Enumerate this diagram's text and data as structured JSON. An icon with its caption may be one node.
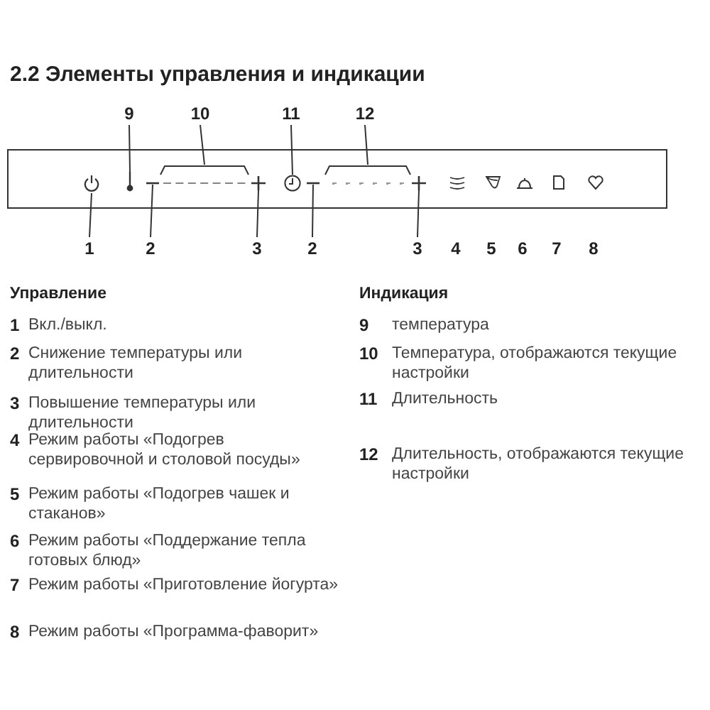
{
  "diagram": {
    "title": "2.2 Элементы управления и индикации",
    "nodes": [
      {
        "text": [],
        "shape": "box"
      },
      {
        "text": [],
        "shape": "icon",
        "in": 0
      },
      {
        "text": [],
        "shape": "icon",
        "in": 0
      },
      {
        "text": [],
        "shape": "icon",
        "in": 0
      },
      {
        "text": [],
        "shape": "display",
        "in": 0
      },
      {
        "text": [],
        "shape": "icon",
        "in": 0
      },
      {
        "text": [],
        "shape": "icon",
        "in": 0
      },
      {
        "text": [],
        "shape": "icon",
        "in": 0
      },
      {
        "text": [],
        "shape": "display",
        "in": 0
      },
      {
        "text": [],
        "shape": "icon",
        "in": 0
      },
      {
        "text": [
          "9"
        ]
      },
      {
        "text": [
          "10"
        ]
      },
      {
        "text": [
          "11"
        ]
      },
      {
        "text": [
          "12"
        ]
      },
      {
        "text": [
          "1"
        ]
      },
      {
        "text": [
          "2"
        ]
      },
      {
        "text": [
          "3"
        ]
      },
      {
        "text": [
          "2"
        ]
      },
      {
        "text": [
          "3"
        ]
      }
    ],
    "edges": [
      {
        "from": 10,
        "to": 2,
        "arrow": "none"
      },
      {
        "from": 11,
        "to": 4,
        "arrow": "none"
      },
      {
        "from": 12,
        "to": 6,
        "arrow": "none"
      },
      {
        "from": 13,
        "to": 8,
        "arrow": "none"
      },
      {
        "from": 14,
        "to": 1,
        "arrow": "none"
      },
      {
        "from": 15,
        "to": 3,
        "arrow": "none"
      },
      {
        "from": 16,
        "to": 5,
        "arrow": "none"
      },
      {
        "from": 17,
        "to": 7,
        "arrow": "none"
      },
      {
        "from": 18,
        "to": 9,
        "arrow": "none"
      }
    ],
    "labels": [
      "4",
      "5",
      "6",
      "7",
      "8",
      "Управление",
      "1",
      "Вкл./выкл.",
      "2",
      "Снижение температуры или длительности",
      "3",
      "Повышение температуры или длительности",
      "4",
      "Режим работы «Подогрев сервировочной и столовой посуды»",
      "5",
      "Режим работы «Подогрев чашек и стаканов»",
      "6",
      "Режим работы «Поддержание тепла готовых блюд»",
      "7",
      "Режим работы «Приготовление йогурта»",
      "8",
      "Режим работы «Программа-фаворит»",
      "Индикация",
      "9",
      "температура",
      "10",
      "Температура, отображаются текущие настройки",
      "11",
      "Длительность",
      "12",
      "Длительность, отображаются текущие настройки"
    ]
  }
}
